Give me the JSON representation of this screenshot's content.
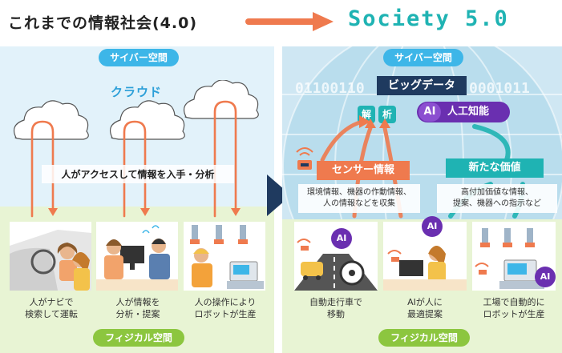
{
  "header": {
    "old_title": "これまでの情報社会(4.0)",
    "new_title": "Society 5.0"
  },
  "left": {
    "cyber_label": "サイバー空間",
    "cloud_label": "クラウド",
    "access_text": "人がアクセスして情報を入手・分析",
    "physical_label": "フィジカル空間",
    "panels": [
      {
        "caption_line1": "人がナビで",
        "caption_line2": "検索して運転"
      },
      {
        "caption_line1": "人が情報を",
        "caption_line2": "分析・提案"
      },
      {
        "caption_line1": "人の操作により",
        "caption_line2": "ロボットが生産"
      }
    ]
  },
  "right": {
    "cyber_label": "サイバー空間",
    "bigdata_label": "ビッグデータ",
    "ai_badge": "AI",
    "ai_label": "人工知能",
    "analysis_1": "解",
    "analysis_2": "析",
    "binary_1": "01100110",
    "binary_2": "0001011",
    "sensor_label": "センサー情報",
    "sensor_desc_line1": "環境情報、機器の作動情報、",
    "sensor_desc_line2": "人の情報などを収集",
    "value_label": "新たな価値",
    "value_desc_line1": "高付加価値な情報、",
    "value_desc_line2": "提案、機器への指示など",
    "physical_label": "フィジカル空間",
    "panels": [
      {
        "ai": "AI",
        "caption_line1": "自動走行車で",
        "caption_line2": "移動"
      },
      {
        "ai": "AI",
        "caption_line1": "AIが人に",
        "caption_line2": "最適提案"
      },
      {
        "ai": "AI",
        "caption_line1": "工場で自動的に",
        "caption_line2": "ロボットが生産"
      }
    ]
  },
  "colors": {
    "arrow_orange": "#ef7a4e",
    "sky_blue": "#e2f2fa",
    "green_bg": "#e8f4d4",
    "teal": "#1fb3b3",
    "navy": "#1f3a5f",
    "purple": "#6a2fb0"
  }
}
